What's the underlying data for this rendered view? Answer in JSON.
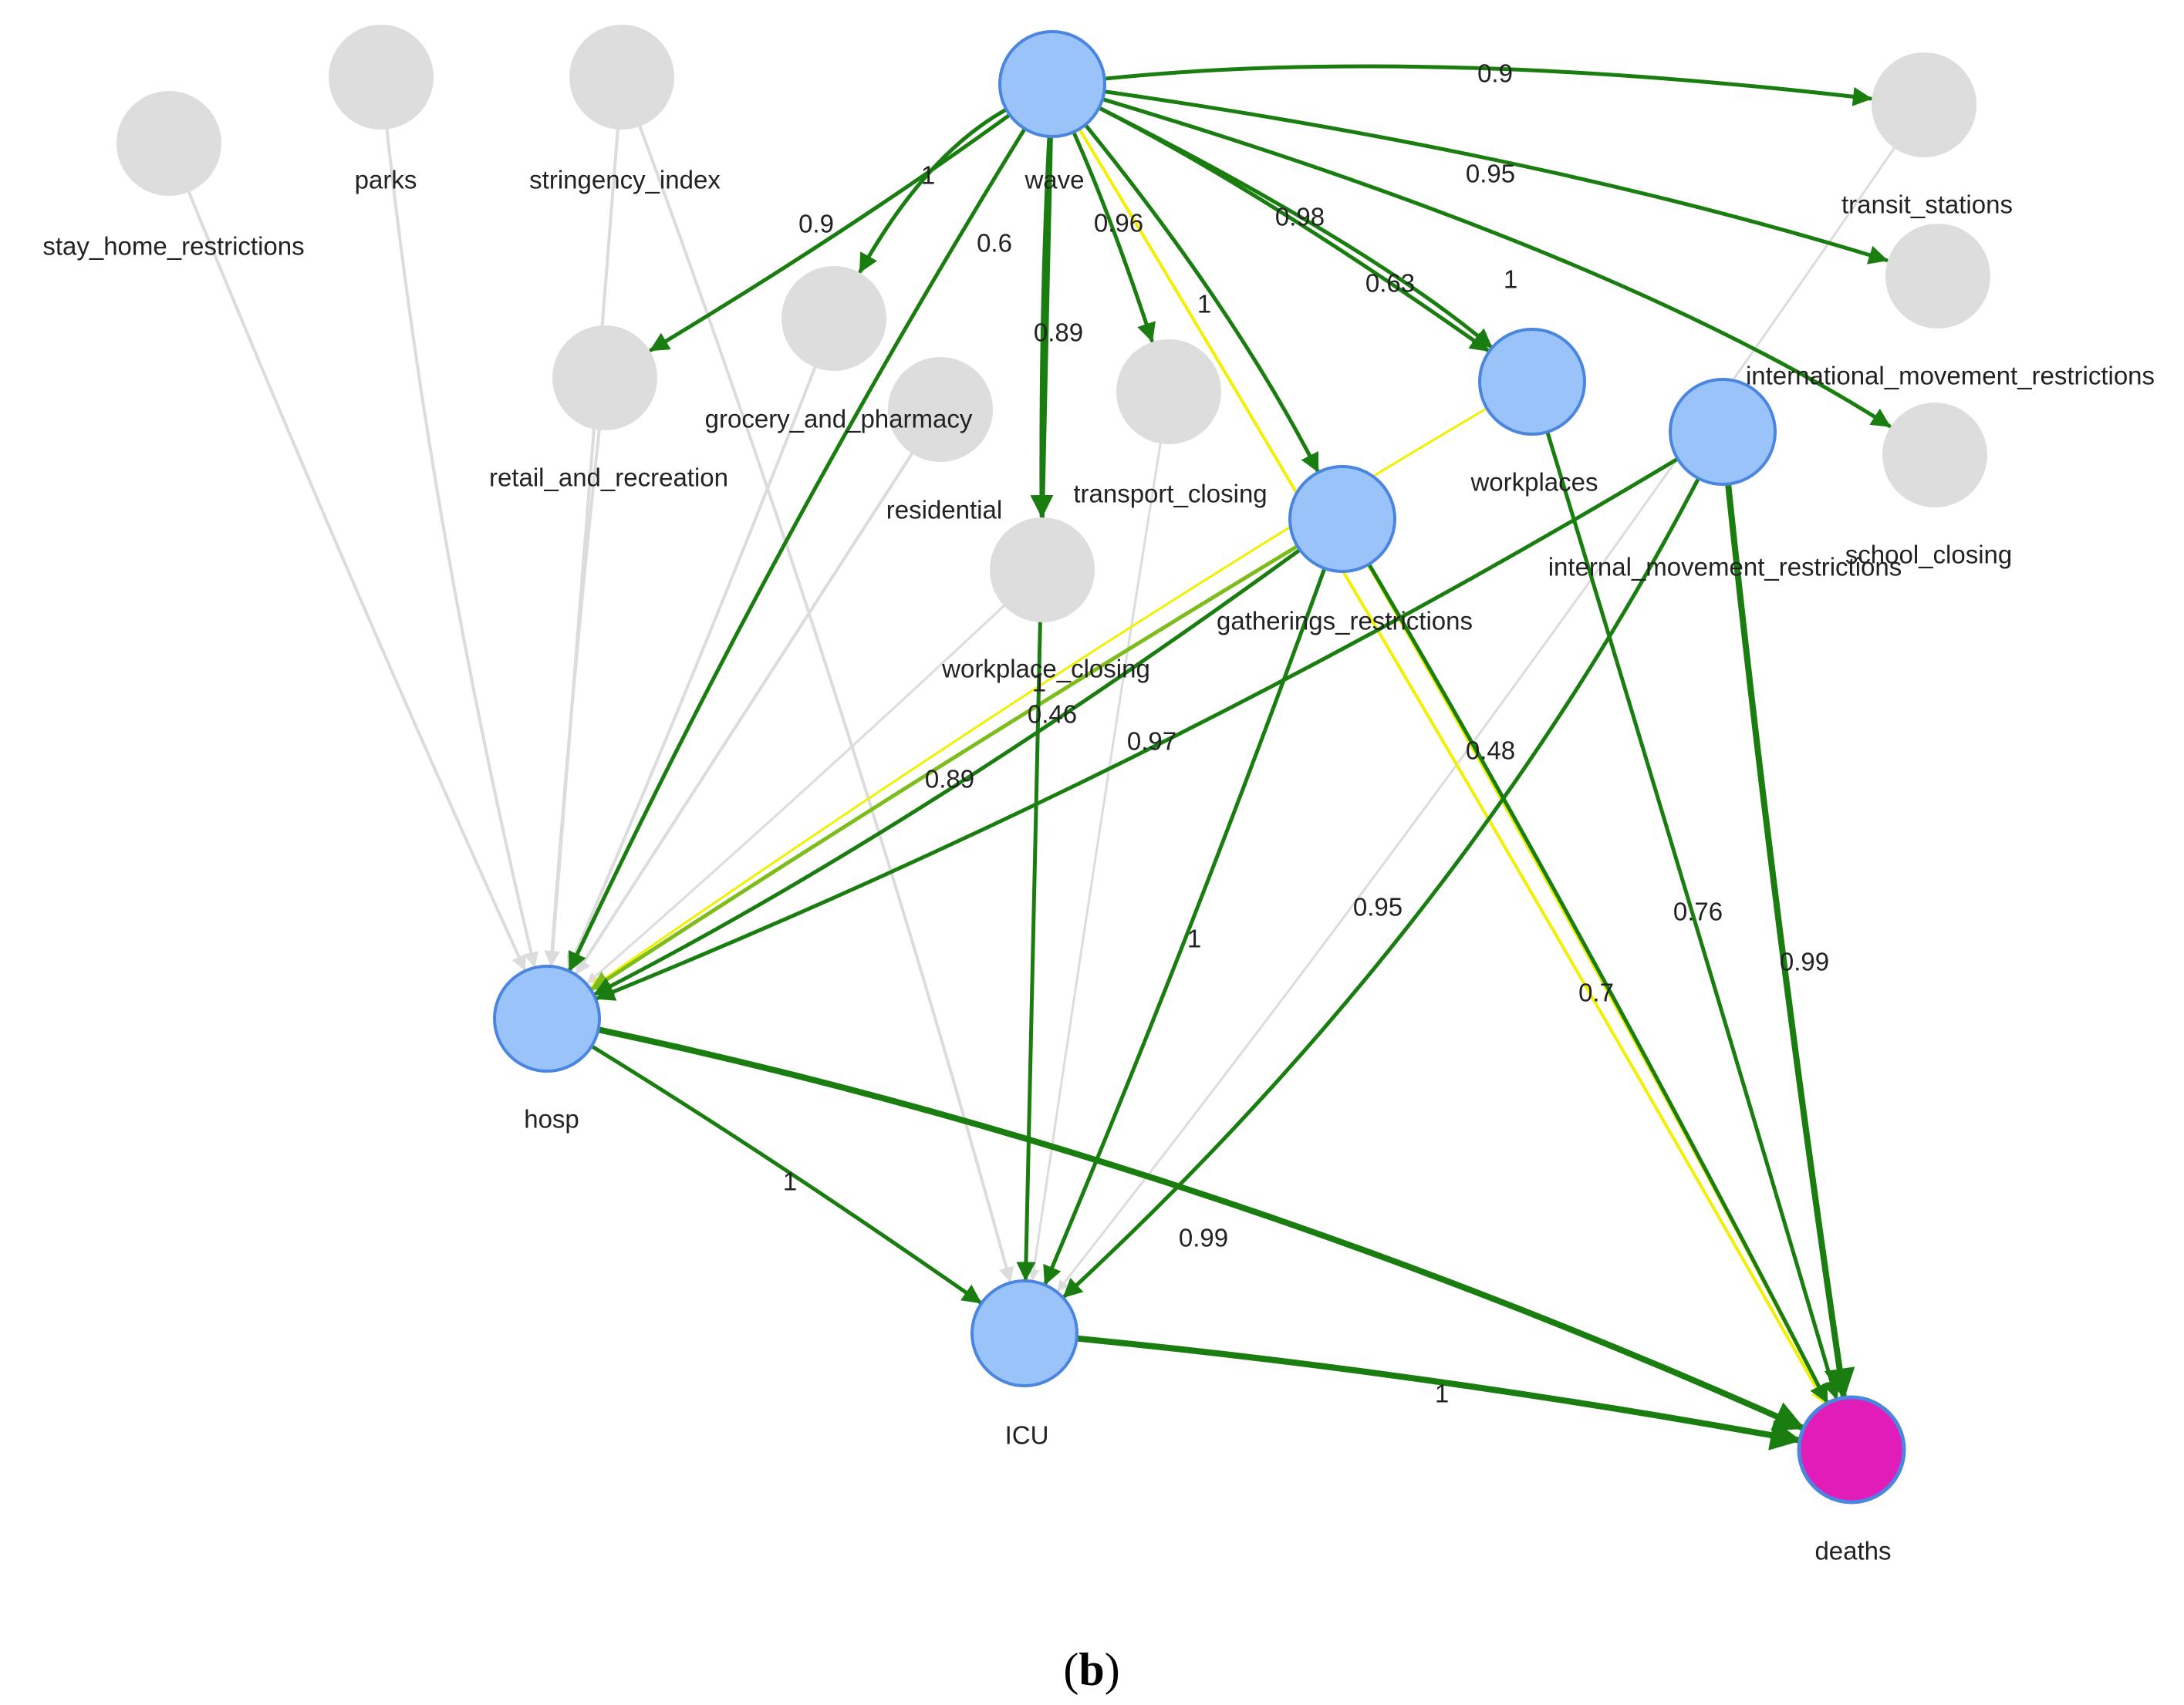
{
  "caption": {
    "open": "(",
    "letter": "b",
    "close": ")"
  },
  "colors": {
    "strong_edge": "#1a7d10",
    "weak_edge": "#dcdcdc",
    "highlight_edge": "#f0f000",
    "mixed_edge": "#7cbd1c",
    "active_node_fill": "#9ac4f9",
    "active_node_stroke": "#4a86e0",
    "inactive_node_fill": "#dddddd",
    "target_node_fill": "#e21cb8"
  },
  "nodes": [
    {
      "id": "stay_home_restrictions",
      "label": "stay_home_restrictions",
      "state": "inactive"
    },
    {
      "id": "parks",
      "label": "parks",
      "state": "inactive"
    },
    {
      "id": "stringency_index",
      "label": "stringency_index",
      "state": "inactive"
    },
    {
      "id": "wave",
      "label": "wave",
      "state": "active"
    },
    {
      "id": "transit_stations",
      "label": "transit_stations",
      "state": "inactive"
    },
    {
      "id": "international_movement_restrictions",
      "label": "international_movement_restrictions",
      "state": "inactive"
    },
    {
      "id": "school_closing",
      "label": "school_closing",
      "state": "inactive"
    },
    {
      "id": "grocery_and_pharmacy",
      "label": "grocery_and_pharmacy",
      "state": "inactive"
    },
    {
      "id": "retail_and_recreation",
      "label": "retail_and_recreation",
      "state": "inactive"
    },
    {
      "id": "residential",
      "label": "residential",
      "state": "inactive"
    },
    {
      "id": "transport_closing",
      "label": "transport_closing",
      "state": "inactive"
    },
    {
      "id": "workplaces",
      "label": "workplaces",
      "state": "active"
    },
    {
      "id": "internal_movement_restrictions",
      "label": "internal_movement_restrictions",
      "state": "active"
    },
    {
      "id": "gatherings_restrictions",
      "label": "gatherings_restrictions",
      "state": "active"
    },
    {
      "id": "workplace_closing",
      "label": "workplace_closing",
      "state": "inactive"
    },
    {
      "id": "hosp",
      "label": "hosp",
      "state": "active"
    },
    {
      "id": "ICU",
      "label": "ICU",
      "state": "active"
    },
    {
      "id": "deaths",
      "label": "deaths",
      "state": "target"
    }
  ],
  "edges": [
    {
      "from": "wave",
      "to": "transit_stations",
      "label": "0.9",
      "style": "strong"
    },
    {
      "from": "wave",
      "to": "international_movement_restrictions",
      "label": "0.95",
      "style": "strong"
    },
    {
      "from": "wave",
      "to": "school_closing",
      "label": "1",
      "style": "strong"
    },
    {
      "from": "wave",
      "to": "retail_and_recreation",
      "label": "0.9",
      "style": "strong"
    },
    {
      "from": "wave",
      "to": "grocery_and_pharmacy",
      "label": "1",
      "style": "strong"
    },
    {
      "from": "wave",
      "to": "hosp",
      "label": "0.6",
      "style": "strong"
    },
    {
      "from": "wave",
      "to": "workplace_closing",
      "label": "0.89",
      "style": "strong"
    },
    {
      "from": "wave",
      "to": "transport_closing",
      "label": "0.96",
      "style": "strong"
    },
    {
      "from": "wave",
      "to": "gatherings_restrictions",
      "label": "1",
      "style": "strong"
    },
    {
      "from": "wave",
      "to": "deaths",
      "label": "",
      "style": "highlight"
    },
    {
      "from": "wave",
      "to": "workplaces",
      "label": "0.63",
      "style": "strong"
    },
    {
      "from": "wave",
      "to": "workplaces",
      "label": "0.98",
      "style": "strong"
    },
    {
      "from": "wave",
      "to": "ICU",
      "label": "1",
      "style": "strong"
    },
    {
      "from": "stay_home_restrictions",
      "to": "hosp",
      "label": "",
      "style": "weak"
    },
    {
      "from": "parks",
      "to": "hosp",
      "label": "",
      "style": "weak"
    },
    {
      "from": "stringency_index",
      "to": "hosp",
      "label": "",
      "style": "weak"
    },
    {
      "from": "stringency_index",
      "to": "ICU",
      "label": "",
      "style": "weak"
    },
    {
      "from": "retail_and_recreation",
      "to": "hosp",
      "label": "",
      "style": "weak"
    },
    {
      "from": "grocery_and_pharmacy",
      "to": "hosp",
      "label": "",
      "style": "weak"
    },
    {
      "from": "residential",
      "to": "hosp",
      "label": "",
      "style": "weak"
    },
    {
      "from": "workplace_closing",
      "to": "hosp",
      "label": "",
      "style": "weak"
    },
    {
      "from": "transport_closing",
      "to": "ICU",
      "label": "",
      "style": "weak"
    },
    {
      "from": "transit_stations",
      "to": "ICU",
      "label": "",
      "style": "weak"
    },
    {
      "from": "internal_movement_restrictions",
      "to": "ICU",
      "label": "",
      "style": "weak"
    },
    {
      "from": "workplaces",
      "to": "hosp",
      "label": "",
      "style": "highlight"
    },
    {
      "from": "gatherings_restrictions",
      "to": "hosp",
      "label": "0.46",
      "style": "mixed"
    },
    {
      "from": "gatherings_restrictions",
      "to": "hosp",
      "label": "0.89",
      "style": "strong"
    },
    {
      "from": "gatherings_restrictions",
      "to": "ICU",
      "label": "1",
      "style": "strong"
    },
    {
      "from": "gatherings_restrictions",
      "to": "deaths",
      "label": "0.48",
      "style": "strong"
    },
    {
      "from": "gatherings_restrictions",
      "to": "deaths",
      "label": "0.7",
      "style": "highlight"
    },
    {
      "from": "internal_movement_restrictions",
      "to": "hosp",
      "label": "0.97",
      "style": "strong"
    },
    {
      "from": "internal_movement_restrictions",
      "to": "ICU",
      "label": "0.95",
      "style": "strong"
    },
    {
      "from": "internal_movement_restrictions",
      "to": "deaths",
      "label": "0.99",
      "style": "strong"
    },
    {
      "from": "workplaces",
      "to": "deaths",
      "label": "0.76",
      "style": "strong"
    },
    {
      "from": "hosp",
      "to": "ICU",
      "label": "1",
      "style": "strong"
    },
    {
      "from": "hosp",
      "to": "deaths",
      "label": "0.99",
      "style": "strong"
    },
    {
      "from": "ICU",
      "to": "deaths",
      "label": "1",
      "style": "strong"
    }
  ]
}
